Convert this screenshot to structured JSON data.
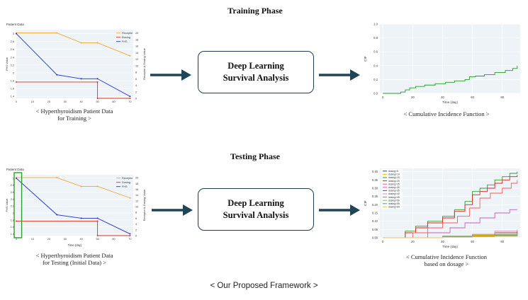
{
  "training": {
    "title": "Training Phase",
    "box_line1": "Deep Learning",
    "box_line2": "Survival Analysis",
    "left_caption_1": "< Hyperthyroidism Patient Data",
    "left_caption_2": "for Training >",
    "right_caption_1": "< Cumulative Incidence Function >"
  },
  "testing": {
    "title": "Testing Phase",
    "box_line1": "Deep Learning",
    "box_line2": "Survival Analysis",
    "left_caption_1": "< Hyperthyroidism Patient Data",
    "left_caption_2": "for Testing (Initial Data) >",
    "right_caption_1": "< Cumulative Incidence Function",
    "right_caption_2": "based on dosage >"
  },
  "footer": "< Our Proposed Framework >",
  "colors": {
    "arrow": "#1f4556",
    "receptor": "#f0a830",
    "dosing": "#e03020",
    "fhs": "#2030d0",
    "green": "#2a9a2a"
  },
  "chart_data": [
    {
      "type": "line",
      "id": "train-patient",
      "title": "Patient Data",
      "ylabel": "FHS Value",
      "y2label": "Receptor & Dosing Value",
      "legend": [
        "Receptor",
        "Dosing",
        "FHS"
      ],
      "x_ticks": [
        "0",
        "10",
        "20",
        "30",
        "40",
        "50",
        "60",
        "70"
      ],
      "y_ticks": [
        "1.4",
        "1.6",
        "1.8",
        "2",
        "2.2",
        "2.4",
        "2.6",
        "2.8",
        "3"
      ],
      "y2_ticks": [
        "0",
        "2",
        "4",
        "6",
        "8",
        "10",
        "12",
        "14",
        "16",
        "18",
        "20"
      ],
      "xlim": [
        0,
        72
      ],
      "ylim": [
        1.35,
        3.1
      ],
      "y2lim": [
        0,
        21
      ],
      "series": [
        {
          "name": "Receptor",
          "axis": "y2",
          "x": [
            0,
            25,
            40,
            50,
            70
          ],
          "y": [
            20,
            20,
            17,
            17,
            13
          ]
        },
        {
          "name": "Dosing",
          "axis": "y2",
          "x": [
            0,
            50,
            50,
            70
          ],
          "y": [
            5,
            5,
            0,
            0
          ]
        },
        {
          "name": "FHS",
          "axis": "y",
          "x": [
            0,
            25,
            40,
            50,
            70
          ],
          "y": [
            3.0,
            1.95,
            1.85,
            1.85,
            1.4
          ]
        }
      ]
    },
    {
      "type": "line",
      "id": "train-cif",
      "ylabel": "CIF",
      "xlabel": "Time (day)",
      "x_ticks": [
        "0",
        "20",
        "40",
        "60",
        "80"
      ],
      "y_ticks": [
        "0.0",
        "0.2",
        "0.4",
        "0.6",
        "0.8",
        "1.0"
      ],
      "xlim": [
        -2,
        92
      ],
      "ylim": [
        0,
        1.0
      ],
      "series": [
        {
          "name": "",
          "x": [
            0,
            10,
            12,
            15,
            18,
            22,
            28,
            35,
            42,
            48,
            55,
            58,
            62,
            68,
            75,
            82,
            87,
            90
          ],
          "y": [
            0,
            0,
            0.02,
            0.05,
            0.08,
            0.1,
            0.12,
            0.14,
            0.16,
            0.18,
            0.2,
            0.24,
            0.25,
            0.27,
            0.3,
            0.33,
            0.36,
            0.4
          ]
        }
      ]
    },
    {
      "type": "line",
      "id": "test-patient",
      "title": "Patient Data",
      "ylabel": "FHS Value",
      "y2label": "Receptor & Dosing Value",
      "xlabel": "Time (day)",
      "legend": [
        "Receptor",
        "Dosing",
        "FHS"
      ],
      "x_ticks": [
        "0",
        "10",
        "20",
        "30",
        "40",
        "50",
        "60",
        "70"
      ],
      "y_ticks": [
        "1.4",
        "1.6",
        "1.8",
        "2",
        "2.2",
        "2.4",
        "2.6",
        "2.8",
        "3"
      ],
      "y2_ticks": [
        "0",
        "2",
        "4",
        "6",
        "8",
        "10",
        "12",
        "14",
        "16",
        "18",
        "20"
      ],
      "xlim": [
        0,
        72
      ],
      "ylim": [
        1.35,
        3.1
      ],
      "y2lim": [
        0,
        21
      ],
      "series": [
        {
          "name": "Receptor",
          "axis": "y2",
          "x": [
            0,
            25,
            40,
            50,
            70
          ],
          "y": [
            20,
            20,
            17,
            17,
            13
          ]
        },
        {
          "name": "Dosing",
          "axis": "y2",
          "x": [
            0,
            50,
            50,
            70
          ],
          "y": [
            5,
            5,
            0,
            0
          ]
        },
        {
          "name": "FHS",
          "axis": "y",
          "x": [
            0,
            25,
            40,
            50,
            70
          ],
          "y": [
            3.0,
            1.95,
            1.85,
            1.85,
            1.4
          ]
        }
      ],
      "highlight_x": [
        0,
        2
      ]
    },
    {
      "type": "line",
      "id": "test-cif",
      "ylabel": "CIF",
      "xlabel": "Time (day)",
      "x_ticks": [
        "0",
        "20",
        "40",
        "60",
        "80"
      ],
      "y_ticks": [
        "0.00",
        "0.05",
        "0.10",
        "0.15",
        "0.20",
        "0.25",
        "0.30",
        "0.35",
        "0.40"
      ],
      "xlim": [
        -2,
        92
      ],
      "ylim": [
        0,
        0.42
      ],
      "legend": [
        "dosing=5",
        "dosing=10",
        "dosing=15",
        "dosing=20",
        "dosing=25",
        "dosing=30",
        "dosing=35",
        "dosing=40",
        "dosing=45",
        "dosing=50",
        "dosing=55",
        "dosing=60"
      ],
      "series": [
        {
          "name": "dosing=5",
          "color": "#1f3fbf",
          "x": [
            0,
            12,
            40,
            60,
            75,
            90
          ],
          "y": [
            0,
            0,
            0.005,
            0.01,
            0.015,
            0.02
          ]
        },
        {
          "name": "dosing=10",
          "color": "#f0b000",
          "x": [
            0,
            12,
            40,
            60,
            75,
            90
          ],
          "y": [
            0,
            0,
            0.008,
            0.015,
            0.02,
            0.025
          ]
        },
        {
          "name": "dosing=15",
          "color": "#2aa02a",
          "x": [
            0,
            10,
            15,
            22,
            30,
            40,
            48,
            55,
            60,
            65,
            70,
            75,
            80,
            85,
            90
          ],
          "y": [
            0,
            0,
            0.04,
            0.07,
            0.1,
            0.13,
            0.17,
            0.22,
            0.28,
            0.3,
            0.32,
            0.35,
            0.37,
            0.39,
            0.4
          ]
        },
        {
          "name": "dosing=20",
          "color": "#e02020",
          "x": [
            0,
            10,
            15,
            22,
            30,
            40,
            48,
            55,
            60,
            65,
            70,
            75,
            80,
            85,
            90
          ],
          "y": [
            0,
            0,
            0.03,
            0.06,
            0.09,
            0.12,
            0.16,
            0.2,
            0.26,
            0.28,
            0.3,
            0.33,
            0.35,
            0.37,
            0.38
          ]
        },
        {
          "name": "dosing=25",
          "color": "#ff5a5a",
          "x": [
            0,
            12,
            20,
            30,
            40,
            50,
            58,
            65,
            72,
            80,
            86,
            90
          ],
          "y": [
            0,
            0,
            0.03,
            0.06,
            0.09,
            0.13,
            0.18,
            0.24,
            0.27,
            0.3,
            0.33,
            0.35
          ]
        },
        {
          "name": "dosing=30",
          "color": "#c060c0",
          "x": [
            0,
            15,
            30,
            45,
            55,
            65,
            75,
            85,
            90
          ],
          "y": [
            0,
            0,
            0.03,
            0.06,
            0.09,
            0.12,
            0.15,
            0.17,
            0.17
          ]
        },
        {
          "name": "dosing=35",
          "color": "#8b4a2b",
          "x": [
            0,
            20,
            40,
            60,
            75,
            90
          ],
          "y": [
            0,
            0,
            0.01,
            0.02,
            0.03,
            0.04
          ]
        },
        {
          "name": "dosing=40",
          "color": "#d88ac0",
          "x": [
            0,
            20,
            40,
            60,
            75,
            90
          ],
          "y": [
            0,
            0,
            0.01,
            0.02,
            0.04,
            0.05
          ]
        },
        {
          "name": "dosing=45",
          "color": "#8a8a8a",
          "x": [
            0,
            20,
            40,
            60,
            75,
            90
          ],
          "y": [
            0,
            0,
            0.005,
            0.01,
            0.02,
            0.03
          ]
        },
        {
          "name": "dosing=50",
          "color": "#b0b030",
          "x": [
            0,
            20,
            40,
            60,
            75,
            90
          ],
          "y": [
            0,
            0,
            0.005,
            0.01,
            0.015,
            0.02
          ]
        },
        {
          "name": "dosing=55",
          "color": "#20b0c0",
          "x": [
            0,
            20,
            40,
            60,
            75,
            90
          ],
          "y": [
            0,
            0,
            0.004,
            0.008,
            0.012,
            0.015
          ]
        },
        {
          "name": "dosing=60",
          "color": "#e8c060",
          "x": [
            0,
            20,
            40,
            60,
            75,
            90
          ],
          "y": [
            0,
            0,
            0.003,
            0.006,
            0.009,
            0.012
          ]
        }
      ]
    }
  ]
}
